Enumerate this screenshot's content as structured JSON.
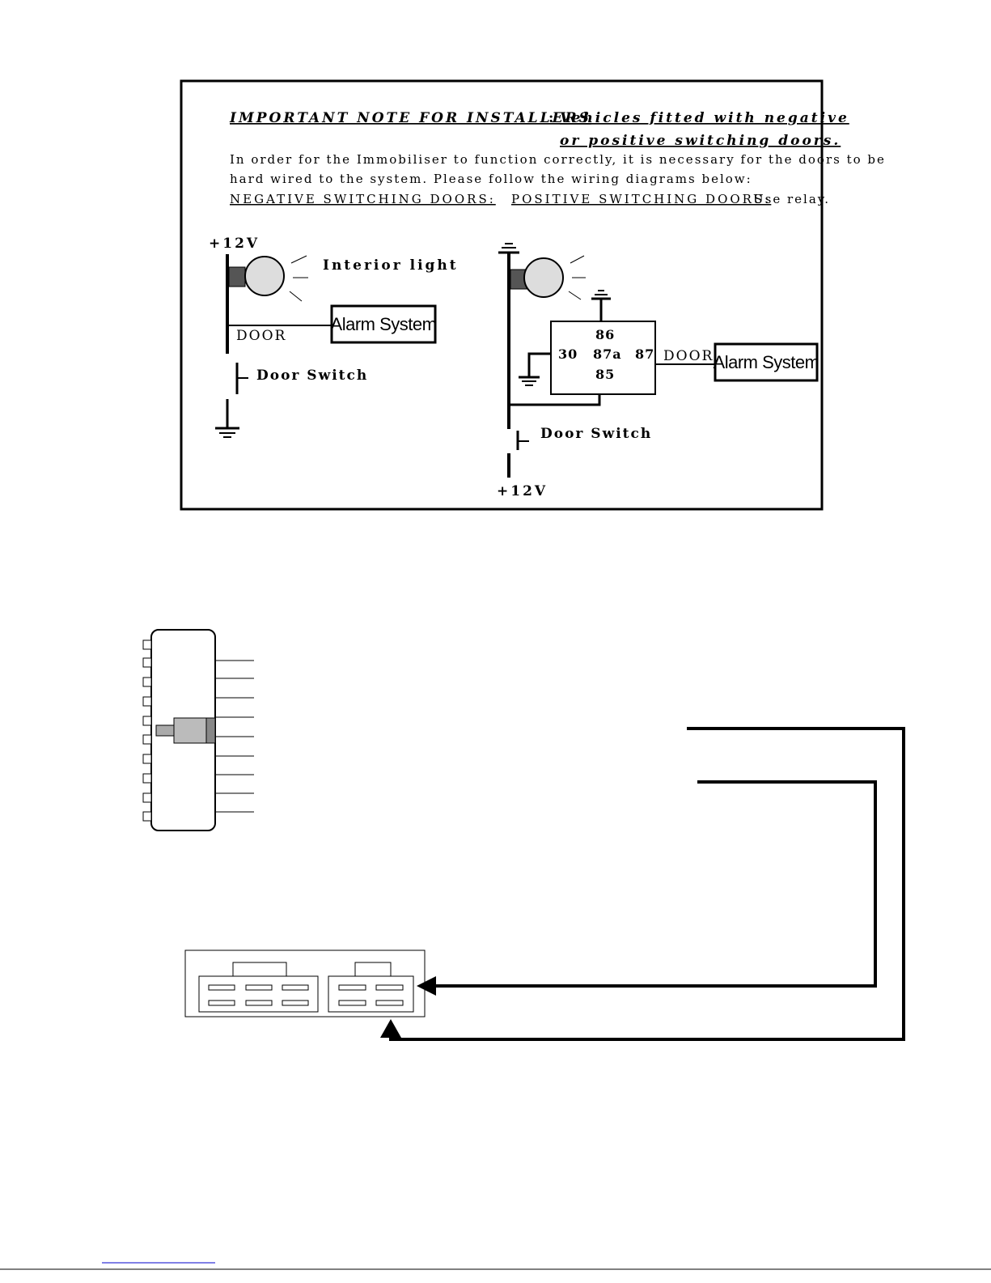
{
  "note": {
    "heading": "IMPORTANT NOTE FOR INSTALLERS",
    "heading_colon": ":",
    "subheading_line1": "Vehicles fitted with negative",
    "subheading_line2": "or positive switching doors.",
    "body_line1": "In order for the Immobiliser to function correctly, it is necessary for the doors to be",
    "body_line2": "hard wired to the system. Please follow the wiring diagrams below:",
    "negative_title": "NEGATIVE SWITCHING DOORS:",
    "positive_title": "POSITIVE SWITCHING DOORS:",
    "positive_suffix": "Use relay."
  },
  "negative_diagram": {
    "supply_label": "+12V",
    "lamp_label": "Interior light",
    "door_label": "DOOR",
    "alarm_label": "Alarm System",
    "switch_label": "Door Switch"
  },
  "positive_diagram": {
    "relay_pins": {
      "p86": "86",
      "p30": "30",
      "p87a": "87a",
      "p87": "87",
      "p85": "85"
    },
    "door_label": "DOOR",
    "alarm_label": "Alarm System",
    "switch_label": "Door Switch",
    "supply_label": "+12V"
  }
}
